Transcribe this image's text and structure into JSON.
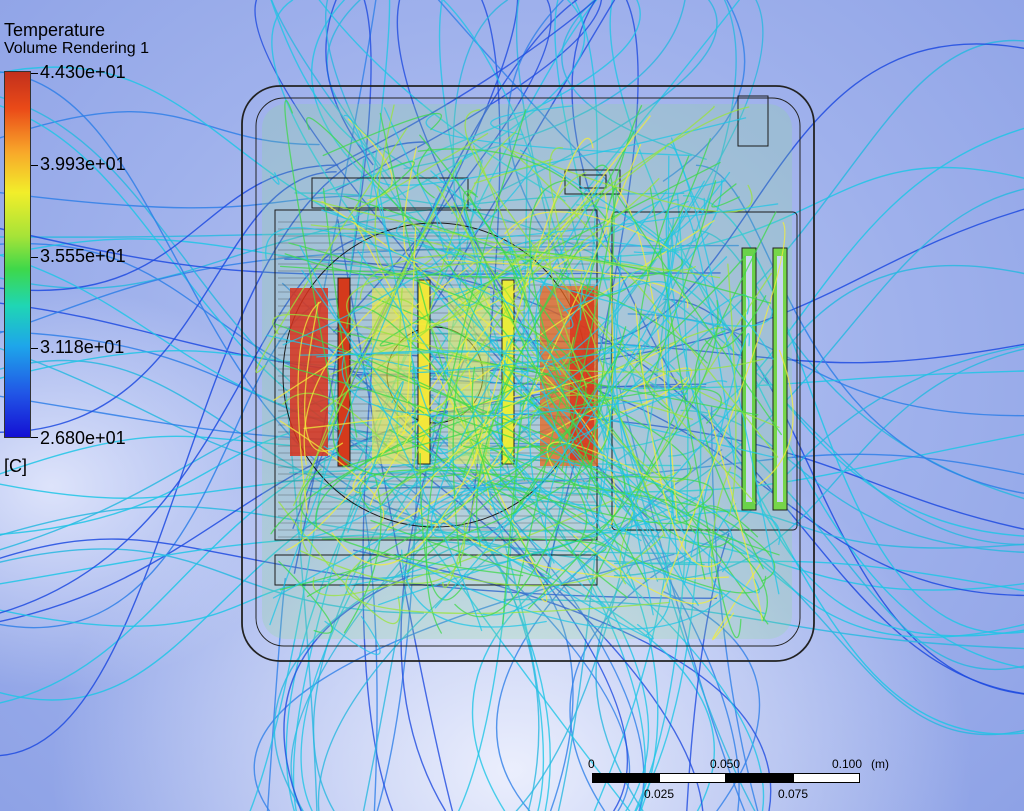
{
  "legend": {
    "title": "Temperature",
    "subtitle": "Volume Rendering 1",
    "ticks": [
      "4.430e+01",
      "3.993e+01",
      "3.555e+01",
      "3.118e+01",
      "2.680e+01"
    ],
    "unit": "[C]"
  },
  "scale_bar": {
    "labels_top": [
      "0",
      "0.050",
      "0.100"
    ],
    "labels_bottom": [
      "0.025",
      "0.075"
    ],
    "unit": "(m)"
  },
  "colors": {
    "hot": "#d8321c",
    "warm": "#f3ee3a",
    "mid": "#3ed84a",
    "cool": "#1fc6e6",
    "cold": "#1f4be0",
    "background": "#a6b6ee"
  }
}
